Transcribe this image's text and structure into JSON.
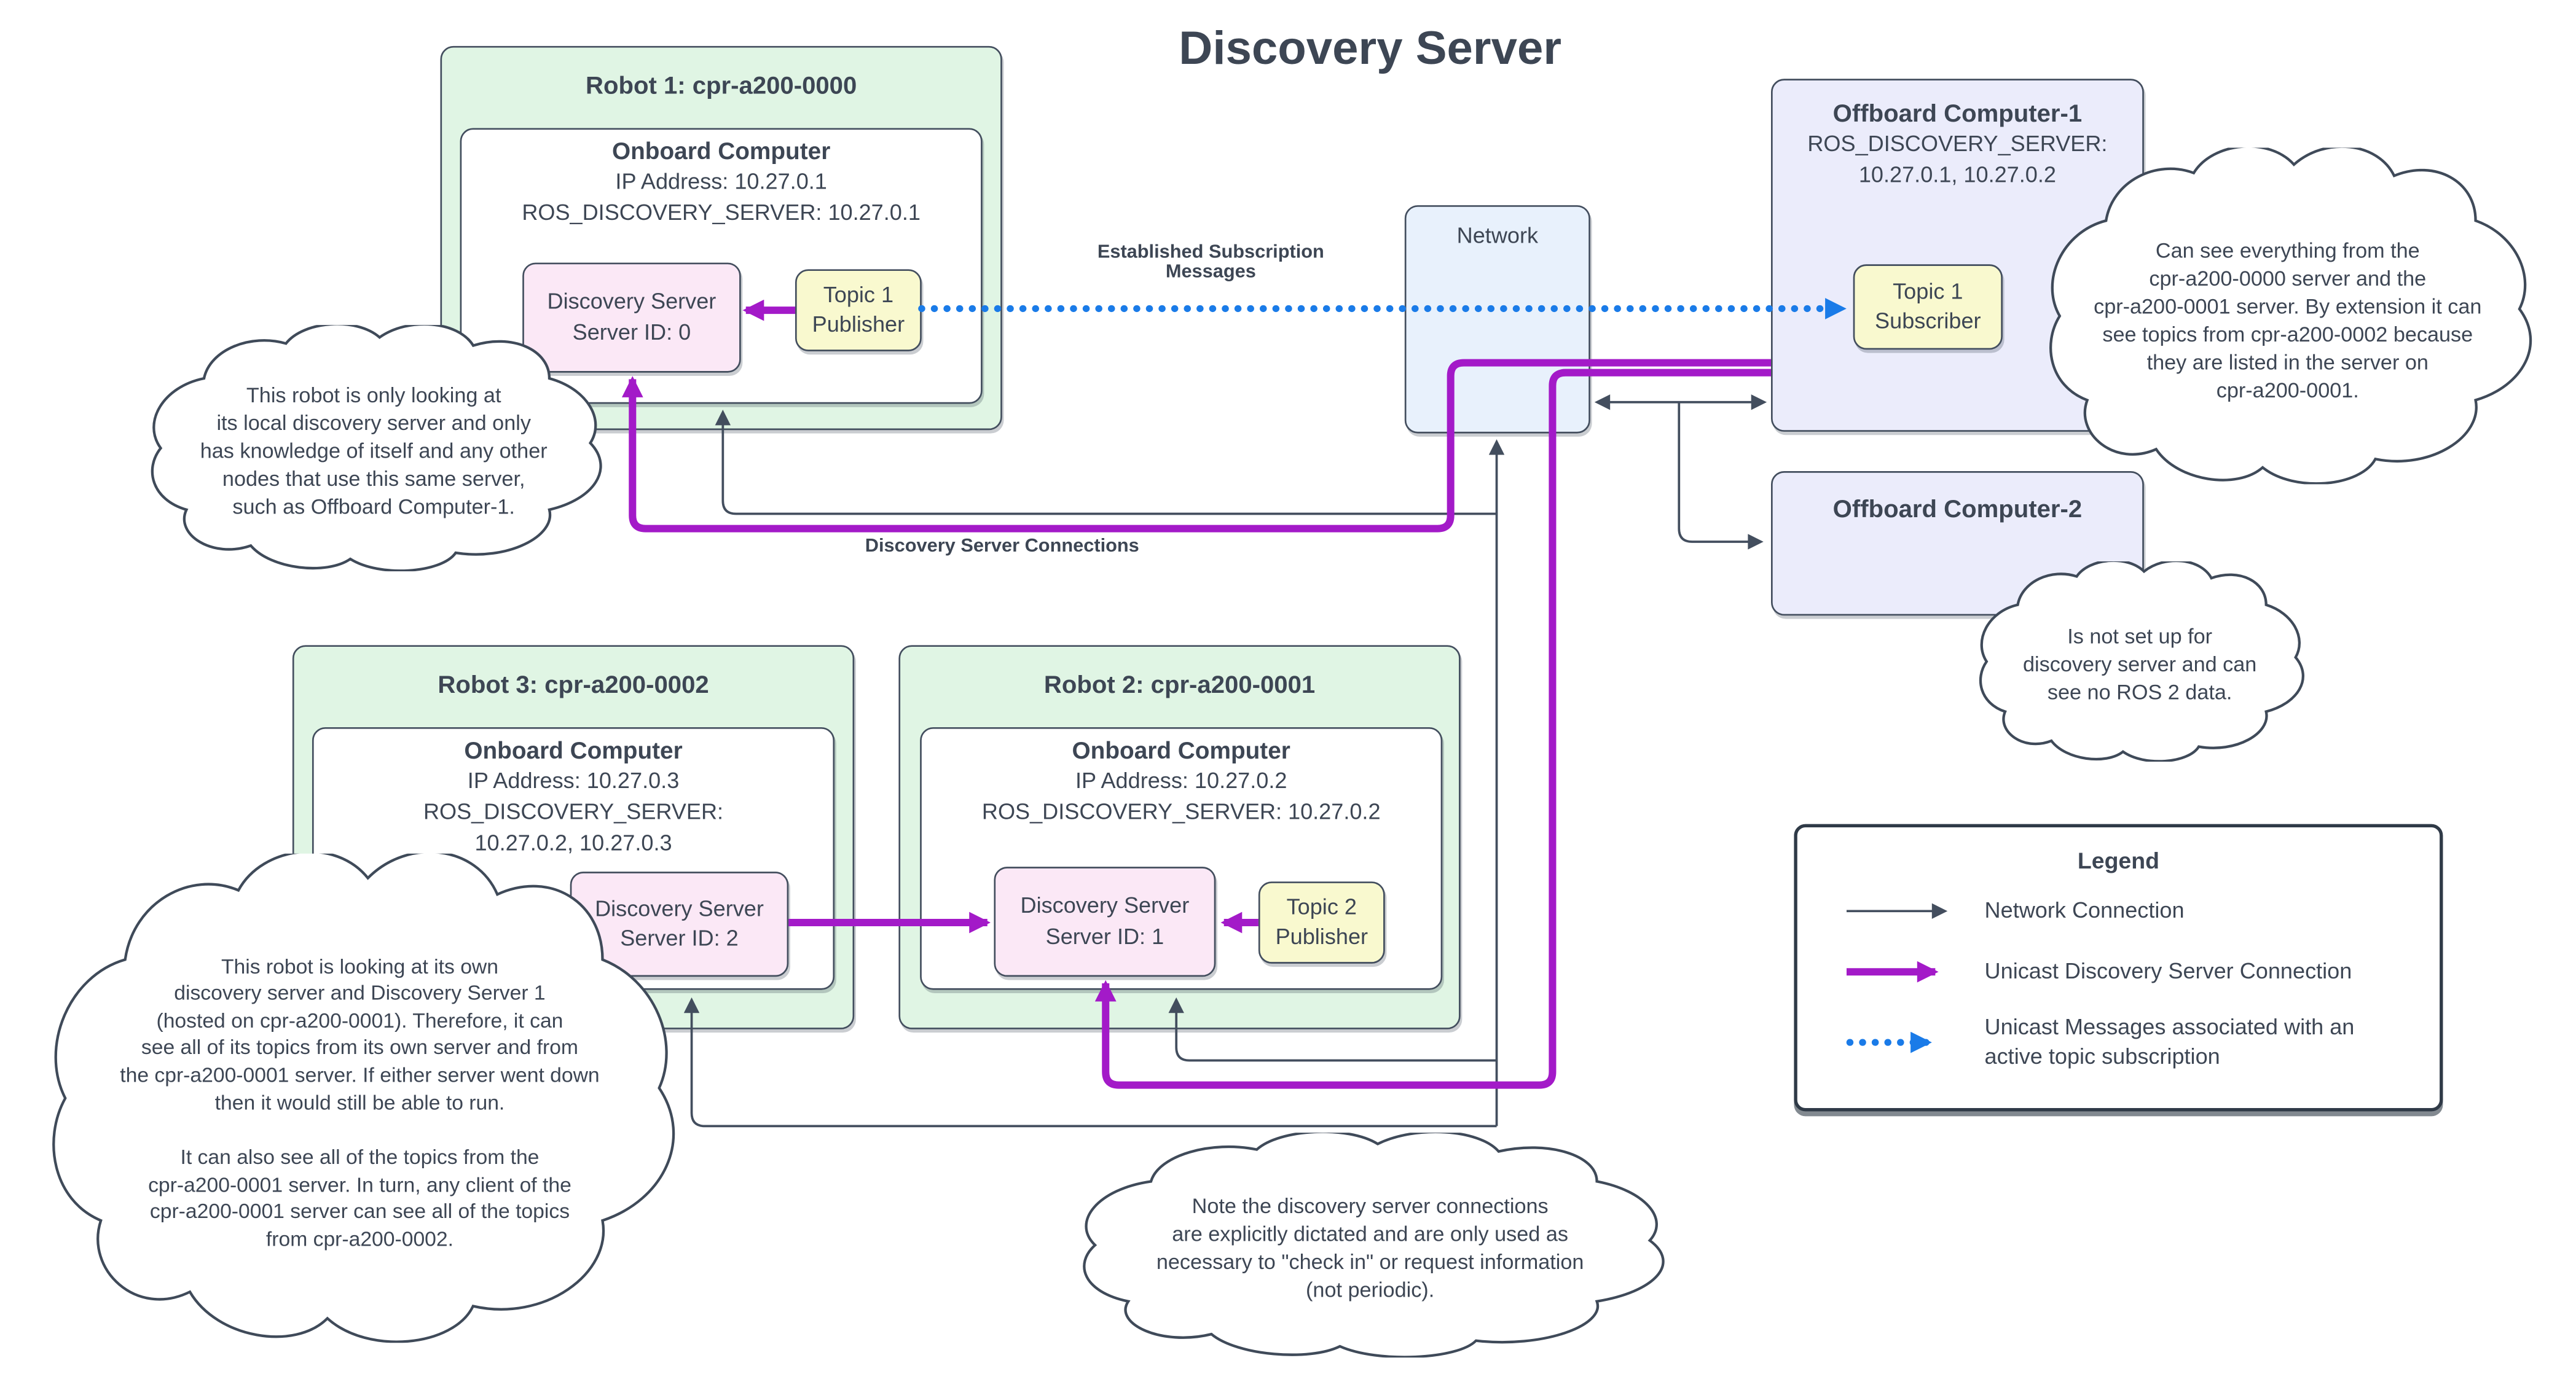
{
  "title": "Discovery Server",
  "labels": {
    "established_subscription": "Established Subscription\nMessages",
    "discovery_server_connections": "Discovery Server Connections"
  },
  "network": {
    "label": "Network"
  },
  "robot1": {
    "title": "Robot 1: cpr-a200-0000",
    "computer": {
      "title": "Onboard Computer",
      "ip": "IP Address: 10.27.0.1",
      "ros": "ROS_DISCOVERY_SERVER: 10.27.0.1"
    },
    "discovery_server": "Discovery Server\nServer ID: 0",
    "topic": "Topic 1\nPublisher"
  },
  "robot2": {
    "title": "Robot 2: cpr-a200-0001",
    "computer": {
      "title": "Onboard Computer",
      "ip": "IP Address: 10.27.0.2",
      "ros": "ROS_DISCOVERY_SERVER: 10.27.0.2"
    },
    "discovery_server": "Discovery Server\nServer ID: 1",
    "topic": "Topic 2\nPublisher"
  },
  "robot3": {
    "title": "Robot 3: cpr-a200-0002",
    "computer": {
      "title": "Onboard Computer",
      "ip": "IP Address: 10.27.0.3",
      "ros": "ROS_DISCOVERY_SERVER:\n10.27.0.2, 10.27.0.3"
    },
    "discovery_server": "Discovery Server\nServer ID: 2"
  },
  "offboard1": {
    "title": "Offboard Computer-1",
    "ros": "ROS_DISCOVERY_SERVER:\n10.27.0.1, 10.27.0.2",
    "topic": "Topic 1\nSubscriber"
  },
  "offboard2": {
    "title": "Offboard Computer-2"
  },
  "clouds": {
    "robot1_note": "This robot is only looking at\nits local discovery server and only\nhas knowledge of itself and any other\nnodes that use this same server,\nsuch as Offboard Computer-1.",
    "offboard1_note": "Can see everything from the\ncpr-a200-0000 server and the\ncpr-a200-0001 server. By extension it can\nsee topics from cpr-a200-0002 because\nthey are listed in the server on\ncpr-a200-0001.",
    "offboard2_note": "Is not set up for\ndiscovery server and can\nsee no ROS 2 data.",
    "robot3_note": "This robot is looking at its own\ndiscovery server and Discovery Server 1\n(hosted on cpr-a200-0001). Therefore, it can\nsee all of its topics from its own server and from\nthe cpr-a200-0001 server. If either server went down\nthen it would still be able to run.\n\nIt can also see all of the topics from the\ncpr-a200-0001 server. In turn, any client of the\ncpr-a200-0001 server can see all of the topics\nfrom cpr-a200-0002.",
    "periodic_note": "Note the discovery server connections\nare explicitly dictated and are only used as\nnecessary to \"check in\" or request information\n(not periodic)."
  },
  "legend": {
    "title": "Legend",
    "items": [
      {
        "label": "Network Connection"
      },
      {
        "label": "Unicast Discovery Server Connection"
      },
      {
        "label": "Unicast Messages associated with an\nactive topic subscription"
      }
    ]
  },
  "colors": {
    "text": "#3d4654",
    "border": "#434e5e",
    "purple": "#a31ac8",
    "blue": "#1a7be8",
    "green_fill": "#e0f5e4",
    "pink_fill": "#fbe8f6",
    "yellow_fill": "#f9f9cf",
    "lavender_fill": "#ebecfb",
    "network_fill": "#e8f1fc"
  }
}
